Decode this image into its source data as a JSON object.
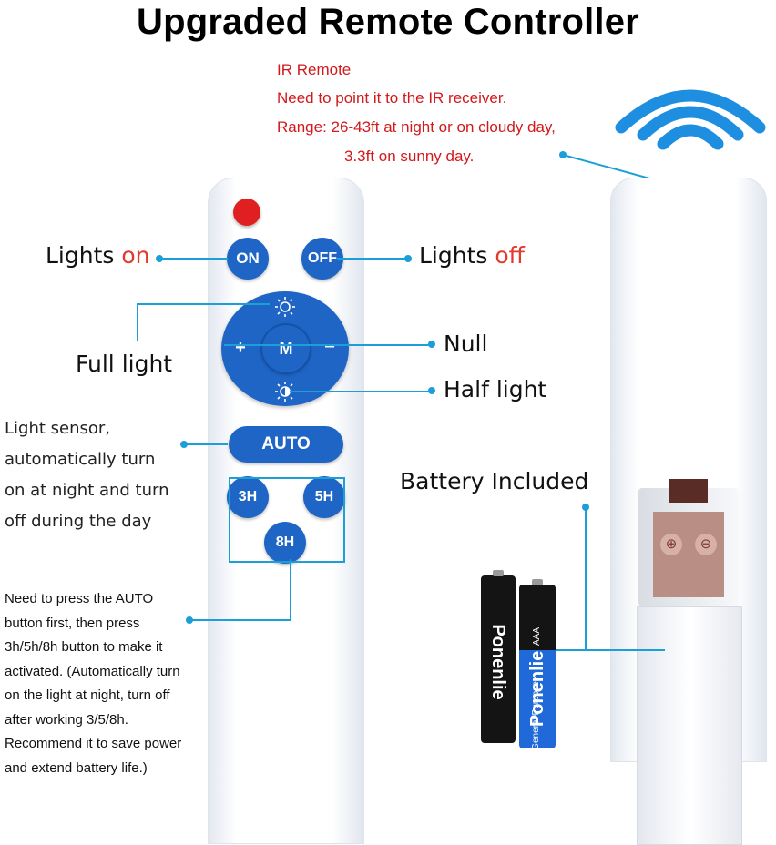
{
  "title": "Upgraded Remote Controller",
  "ir_note": {
    "line1": "IR Remote",
    "line2": "Need to point it to the IR receiver.",
    "line3": "Range: 26-43ft at night or on cloudy day,",
    "line4": "3.3ft on sunny day."
  },
  "labels": {
    "lights_on_prefix": "Lights ",
    "lights_on_suffix": "on",
    "lights_off_prefix": "Lights ",
    "lights_off_suffix": "off",
    "full_light": "Full light",
    "null": "Null",
    "half_light": "Half light",
    "battery_included": "Battery Included"
  },
  "sensor_note": {
    "line1": "Light sensor,",
    "line2": "automatically  turn",
    "line3": "on at night and turn",
    "line4": "off during the day"
  },
  "timer_note": {
    "line1": "Need to press the AUTO",
    "line2": "button first, then press",
    "line3": "3h/5h/8h button to make it",
    "line4": "activated. (Automatically turn",
    "line5": "on the light at night, turn off",
    "line6": "after working 3/5/8h.",
    "line7": "Recommend it to save power",
    "line8": "and extend battery life.)"
  },
  "buttons": {
    "on": "ON",
    "off": "OFF",
    "plus": "+",
    "mode": "M",
    "minus": "−",
    "auto": "AUTO",
    "h3": "3H",
    "h5": "5H",
    "h8": "8H"
  },
  "battery": {
    "brand": "Ponenlie",
    "type": "General Purpose",
    "size": "AAA"
  },
  "colors": {
    "button_blue": "#1e65c6",
    "callout_line": "#1c9fd8",
    "red_text": "#d2191c",
    "power_led": "#e02020"
  }
}
